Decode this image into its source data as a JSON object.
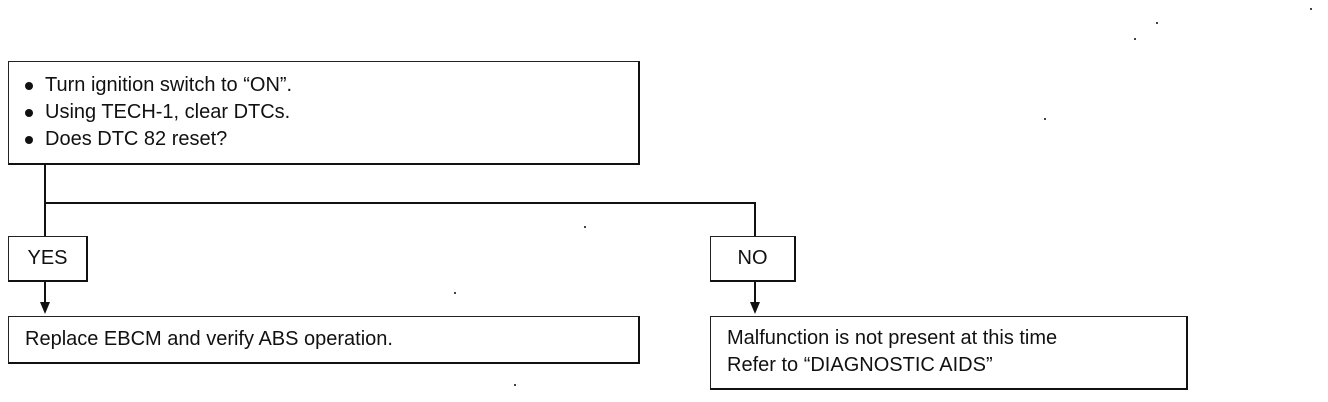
{
  "question_box": {
    "lines": [
      "Turn ignition switch to “ON”.",
      "Using TECH-1, clear DTCs.",
      "Does DTC 82 reset?"
    ]
  },
  "branches": {
    "yes_label": "YES",
    "no_label": "NO"
  },
  "outcomes": {
    "yes_text": "Replace EBCM and verify ABS operation.",
    "no_line1": "Malfunction is not present at this time",
    "no_line2": "Refer to “DIAGNOSTIC AIDS”"
  }
}
